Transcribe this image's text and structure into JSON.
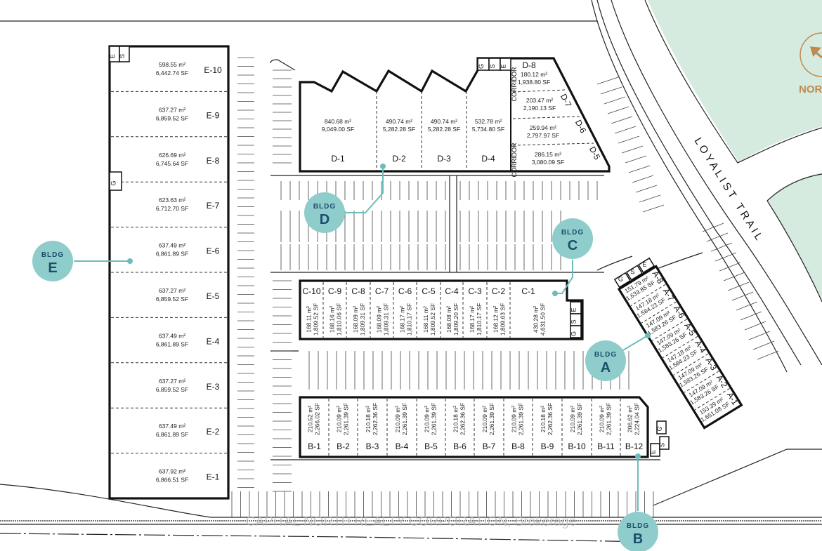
{
  "colors": {
    "green": "#d6ebe0",
    "teal": "#8ecdcc",
    "navy": "#1e4d6b",
    "compass": "#c08a4e"
  },
  "road_name": "LOYALIST TRAIL",
  "compass_label": "NOR",
  "watermark": "CAPITAL NORTH REALTY CORPORATION, Brokerage",
  "service_boxes": {
    "g": "G",
    "s": "S",
    "e": "E"
  },
  "corridor": "CORRIDOR",
  "bubbles": {
    "top": "BLDG",
    "A": "A",
    "B": "B",
    "C": "C",
    "D": "D",
    "E": "E"
  },
  "buildings": {
    "E": {
      "units": [
        {
          "label": "E-10",
          "m2": "598.55 m²",
          "sf": "6,442.74 SF"
        },
        {
          "label": "E-9",
          "m2": "637.27 m²",
          "sf": "6,859.52 SF"
        },
        {
          "label": "E-8",
          "m2": "626.69 m²",
          "sf": "6,745.64 SF"
        },
        {
          "label": "E-7",
          "m2": "623.63 m²",
          "sf": "6,712.70 SF"
        },
        {
          "label": "E-6",
          "m2": "637.49 m²",
          "sf": "6,861.89 SF"
        },
        {
          "label": "E-5",
          "m2": "637.27 m²",
          "sf": "6,859.52 SF"
        },
        {
          "label": "E-4",
          "m2": "637.49 m²",
          "sf": "6,861.89 SF"
        },
        {
          "label": "E-3",
          "m2": "637.27 m²",
          "sf": "6,859.52 SF"
        },
        {
          "label": "E-2",
          "m2": "637.49 m²",
          "sf": "6,861.89 SF"
        },
        {
          "label": "E-1",
          "m2": "637.92 m²",
          "sf": "6,866.51 SF"
        }
      ]
    },
    "D": {
      "units": [
        {
          "label": "D-1",
          "m2": "840.68 m²",
          "sf": "9,049.00 SF"
        },
        {
          "label": "D-2",
          "m2": "490.74 m²",
          "sf": "5,282.28 SF"
        },
        {
          "label": "D-3",
          "m2": "490.74 m²",
          "sf": "5,282.28 SF"
        },
        {
          "label": "D-4",
          "m2": "532.78 m²",
          "sf": "5,734.80 SF"
        },
        {
          "label": "D-8",
          "m2": "180.12 m²",
          "sf": "1,938.80 SF"
        },
        {
          "label": "D-7",
          "m2": "203.47 m²",
          "sf": "2,190.13 SF"
        },
        {
          "label": "D-6",
          "m2": "259.94 m²",
          "sf": "2,797.97 SF"
        },
        {
          "label": "D-5",
          "m2": "286.15 m²",
          "sf": "3,080.09 SF"
        }
      ]
    },
    "C": {
      "units": [
        {
          "label": "C-10",
          "m2": "168.11 m²",
          "sf": "1,809.52 SF"
        },
        {
          "label": "C-9",
          "m2": "168.16 m²",
          "sf": "1,810.06 SF"
        },
        {
          "label": "C-8",
          "m2": "168.09 m²",
          "sf": "1,809.31 SF"
        },
        {
          "label": "C-7",
          "m2": "168.09 m²",
          "sf": "1,809.31 SF"
        },
        {
          "label": "C-6",
          "m2": "168.17 m²",
          "sf": "1,810.17 SF"
        },
        {
          "label": "C-5",
          "m2": "168.11 m²",
          "sf": "1,809.52 SF"
        },
        {
          "label": "C-4",
          "m2": "168.08 m²",
          "sf": "1,809.20 SF"
        },
        {
          "label": "C-3",
          "m2": "168.17 m²",
          "sf": "1,810.17 SF"
        },
        {
          "label": "C-2",
          "m2": "168.12 m²",
          "sf": "1,809.63 SF"
        },
        {
          "label": "C-1",
          "m2": "430.28 m²",
          "sf": "4,631.50 SF"
        }
      ]
    },
    "B": {
      "units": [
        {
          "label": "B-1",
          "m2": "210.52 m²",
          "sf": "2,266.02 SF"
        },
        {
          "label": "B-2",
          "m2": "210.09 m²",
          "sf": "2,261.39 SF"
        },
        {
          "label": "B-3",
          "m2": "210.18 m²",
          "sf": "2,262.36 SF"
        },
        {
          "label": "B-4",
          "m2": "210.09 m²",
          "sf": "2,261.39 SF"
        },
        {
          "label": "B-5",
          "m2": "210.09 m²",
          "sf": "2,261.39 SF"
        },
        {
          "label": "B-6",
          "m2": "210.18 m²",
          "sf": "2,262.36 SF"
        },
        {
          "label": "B-7",
          "m2": "210.09 m²",
          "sf": "2,261.39 SF"
        },
        {
          "label": "B-8",
          "m2": "210.09 m²",
          "sf": "2,261.39 SF"
        },
        {
          "label": "B-9",
          "m2": "210.18 m²",
          "sf": "2,262.36 SF"
        },
        {
          "label": "B-10",
          "m2": "210.09 m²",
          "sf": "2,261.39 SF"
        },
        {
          "label": "B-11",
          "m2": "210.09 m²",
          "sf": "2,261.39 SF"
        },
        {
          "label": "B-12",
          "m2": "206.62 m²",
          "sf": "2,224.04 SF"
        }
      ]
    },
    "A": {
      "units": [
        {
          "label": "A-8",
          "m2": "151.79 m²",
          "sf": "1,633.85 SF"
        },
        {
          "label": "A-7",
          "m2": "147.18 m²",
          "sf": "1,584.23 SF"
        },
        {
          "label": "A-6",
          "m2": "147.09 m²",
          "sf": "1,583.26 SF"
        },
        {
          "label": "A-5",
          "m2": "147.09 m²",
          "sf": "1,583.26 SF"
        },
        {
          "label": "A-4",
          "m2": "147.18 m²",
          "sf": "1,584.23 SF"
        },
        {
          "label": "A-3",
          "m2": "147.09 m²",
          "sf": "1,583.26 SF"
        },
        {
          "label": "A-2",
          "m2": "147.09 m²",
          "sf": "1,583.26 SF"
        },
        {
          "label": "A-1",
          "m2": "153.39 m²",
          "sf": "1,651.08 SF"
        }
      ]
    }
  }
}
